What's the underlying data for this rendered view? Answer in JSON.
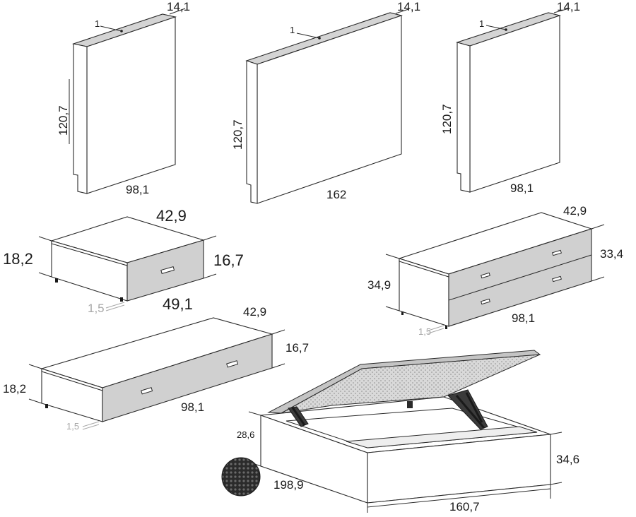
{
  "headboard_small_left": {
    "thickness": "1",
    "depth": "14,1",
    "height": "120,7",
    "width": "98,1"
  },
  "headboard_large": {
    "thickness": "1",
    "depth": "14,1",
    "height": "120,7",
    "width": "162"
  },
  "headboard_small_right": {
    "thickness": "1",
    "depth": "14,1",
    "height": "120,7",
    "width": "98,1"
  },
  "nightstand": {
    "depth": "42,9",
    "height": "18,2",
    "drawer_height": "16,7",
    "width": "49,1",
    "feet": "1,5"
  },
  "chest_two_drawers": {
    "depth": "42,9",
    "drawer_height": "33,4",
    "height": "34,9",
    "width": "98,1",
    "feet": "1,5"
  },
  "bench": {
    "depth": "42,9",
    "drawer_height": "16,7",
    "height": "18,2",
    "width": "98,1",
    "feet": "1,5"
  },
  "storage_bed": {
    "base_height": "28,6",
    "height": "34,6",
    "length": "198,9",
    "width": "160,7"
  },
  "fabric_swatch": {
    "icon": "fabric-swatch-icon",
    "color": "#2b2b2b"
  }
}
